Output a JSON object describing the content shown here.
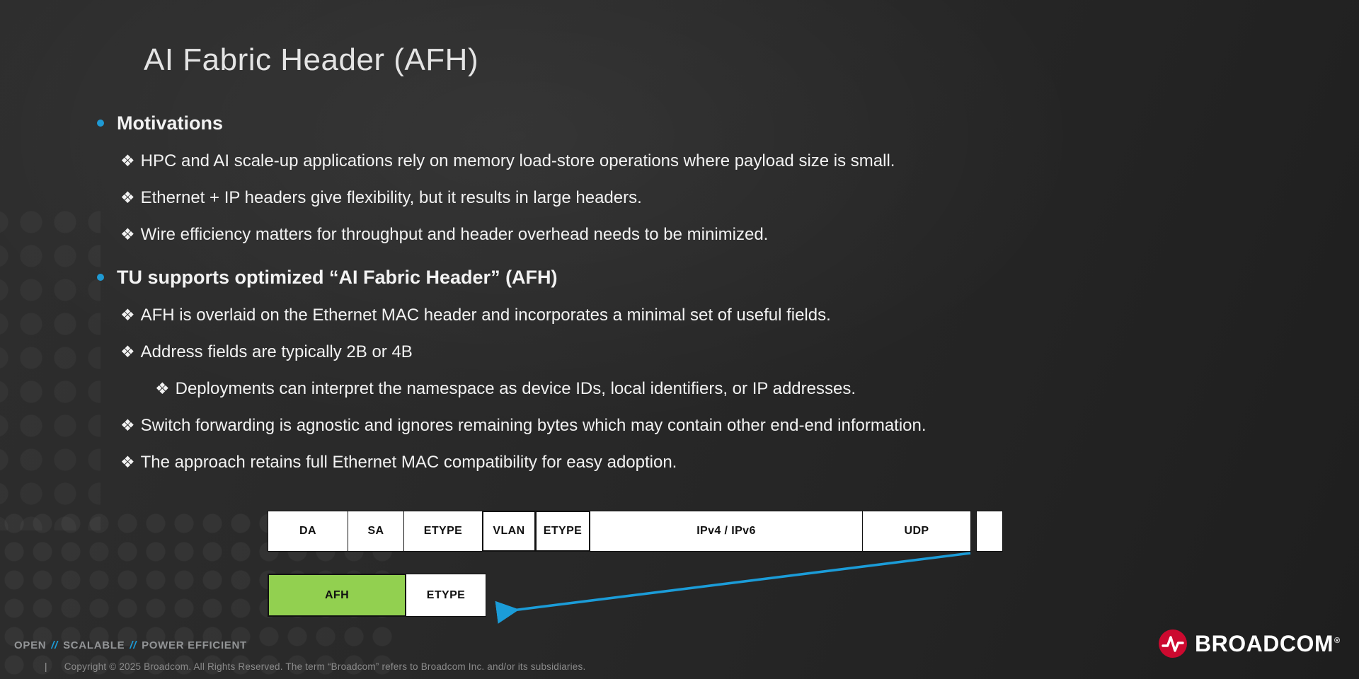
{
  "glyphs": {
    "diamond": "❖"
  },
  "slide": {
    "title": "AI Fabric Header (AFH)",
    "bullets": [
      {
        "level": 1,
        "text": "Motivations"
      },
      {
        "level": 2,
        "text": "HPC and AI scale-up applications rely on memory load-store operations where payload size is small."
      },
      {
        "level": 2,
        "text": "Ethernet + IP headers give flexibility, but it results in large headers."
      },
      {
        "level": 2,
        "text": "Wire efficiency matters for throughput and header overhead needs to be minimized."
      },
      {
        "level": 1,
        "text": "TU supports optimized “AI Fabric Header” (AFH)"
      },
      {
        "level": 2,
        "text": "AFH is overlaid on the Ethernet MAC header and incorporates a minimal set of useful fields."
      },
      {
        "level": 2,
        "text": "Address fields are typically 2B or 4B"
      },
      {
        "level": 3,
        "text": "Deployments can interpret the namespace as device IDs, local identifiers, or IP addresses."
      },
      {
        "level": 2,
        "text": "Switch forwarding is agnostic and ignores remaining bytes which may contain other end-end information."
      },
      {
        "level": 2,
        "text": "The approach retains full Ethernet MAC compatibility for easy adoption."
      }
    ]
  },
  "diagram": {
    "row1": [
      "DA",
      "SA",
      "ETYPE",
      "VLAN",
      "ETYPE",
      "IPv4 / IPv6",
      "UDP",
      ""
    ],
    "row2": [
      "AFH",
      "ETYPE"
    ],
    "arrow_color": "#1b9cd8",
    "afh_fill": "#92d050",
    "box_fill": "#ffffff",
    "box_border": "#121212"
  },
  "footer": {
    "tagline": [
      "OPEN",
      "SCALABLE",
      "POWER EFFICIENT"
    ],
    "separator": "//",
    "pipe": "|",
    "copyright": "Copyright © 2025 Broadcom.  All Rights Reserved. The term “Broadcom” refers to Broadcom Inc. and/or its subsidiaries."
  },
  "logo": {
    "brand": "BROADCOM",
    "registered": "®",
    "mark_color": "#cc092f"
  }
}
